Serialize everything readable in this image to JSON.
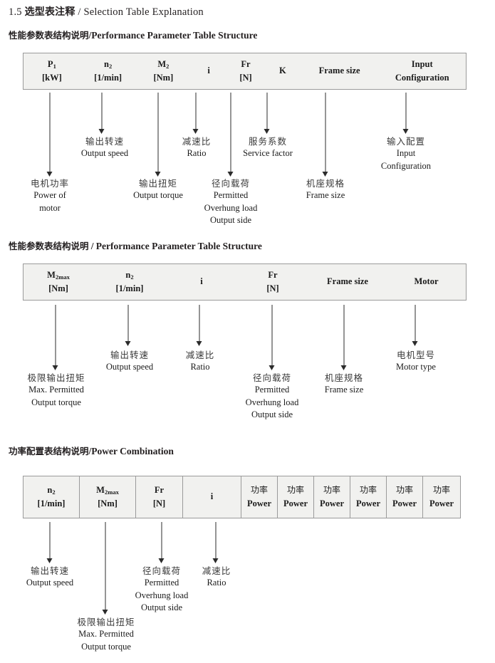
{
  "document": {
    "number": "1.5",
    "title_cn": "选型表注释",
    "separator": "/",
    "title_en": "Selection Table Explanation"
  },
  "sections": [
    {
      "id": "performance-parameter-table-1",
      "heading_cn": "性能参数表结构说明",
      "heading_sep": "/",
      "heading_en": "Performance Parameter Table Structure",
      "columns": [
        {
          "name": "p1",
          "line1": "P",
          "sub1": "1",
          "line2": "[kW]"
        },
        {
          "name": "n2",
          "line1": "n",
          "sub1": "2",
          "line2": "[1/min]"
        },
        {
          "name": "m2",
          "line1": "M",
          "sub1": "2",
          "line2": "[Nm]"
        },
        {
          "name": "i",
          "line1": "i",
          "sub1": "",
          "line2": ""
        },
        {
          "name": "fr",
          "line1": "Fr",
          "sub1": "",
          "line2": "[N]"
        },
        {
          "name": "k",
          "line1": "K",
          "sub1": "",
          "line2": ""
        },
        {
          "name": "frame-size",
          "line1": "Frame size",
          "sub1": "",
          "line2": ""
        },
        {
          "name": "input-config",
          "line1": "Input",
          "sub1": "",
          "line2": "Configuration"
        }
      ],
      "annotations": [
        {
          "name": "power-of-motor",
          "cn": "电机功率",
          "en": [
            "Power of",
            "motor"
          ]
        },
        {
          "name": "output-speed",
          "cn": "输出转速",
          "en": [
            "Output speed"
          ]
        },
        {
          "name": "output-torque",
          "cn": "输出扭矩",
          "en": [
            "Output torque"
          ]
        },
        {
          "name": "ratio",
          "cn": "减速比",
          "en": [
            "Ratio"
          ]
        },
        {
          "name": "permitted-overhung-load",
          "cn": "径向载荷",
          "en": [
            "Permitted",
            "Overhung load",
            "Output side"
          ]
        },
        {
          "name": "service-factor",
          "cn": "服务系数",
          "en": [
            "Service factor"
          ]
        },
        {
          "name": "frame-size",
          "cn": "机座规格",
          "en": [
            "Frame size"
          ]
        },
        {
          "name": "input-configuration",
          "cn": "输入配置",
          "en": [
            "Input",
            "Configuration"
          ]
        }
      ]
    },
    {
      "id": "performance-parameter-table-2",
      "heading_cn": "性能参数表结构说明",
      "heading_sep": "/",
      "heading_en": "Performance Parameter Table Structure",
      "columns": [
        {
          "name": "m2max",
          "line1": "M",
          "sub1": "2max",
          "line2": "[Nm]"
        },
        {
          "name": "n2",
          "line1": "n",
          "sub1": "2",
          "line2": "[1/min]"
        },
        {
          "name": "i",
          "line1": "i",
          "sub1": "",
          "line2": ""
        },
        {
          "name": "fr",
          "line1": "Fr",
          "sub1": "",
          "line2": "[N]"
        },
        {
          "name": "frame-size",
          "line1": "Frame size",
          "sub1": "",
          "line2": ""
        },
        {
          "name": "motor",
          "line1": "Motor",
          "sub1": "",
          "line2": ""
        }
      ],
      "annotations": [
        {
          "name": "max-permitted-output-torque",
          "cn": "极限输出扭矩",
          "en": [
            "Max. Permitted",
            "Output  torque"
          ]
        },
        {
          "name": "output-speed",
          "cn": "输出转速",
          "en": [
            "Output speed"
          ]
        },
        {
          "name": "ratio",
          "cn": "减速比",
          "en": [
            "Ratio"
          ]
        },
        {
          "name": "permitted-overhung-load",
          "cn": "径向载荷",
          "en": [
            "Permitted",
            "Overhung load",
            "Output side"
          ]
        },
        {
          "name": "frame-size",
          "cn": "机座规格",
          "en": [
            "Frame size"
          ]
        },
        {
          "name": "motor-type",
          "cn": "电机型号",
          "en": [
            "Motor type"
          ]
        }
      ]
    },
    {
      "id": "power-combination-table",
      "heading_cn": "功率配置表结构说明",
      "heading_sep": "/",
      "heading_en": "Power Combination",
      "columns": [
        {
          "name": "n2",
          "line1": "n",
          "sub1": "2",
          "line2": "[1/min]"
        },
        {
          "name": "m2max",
          "line1": "M",
          "sub1": "2max",
          "line2": "[Nm]"
        },
        {
          "name": "fr",
          "line1": "Fr",
          "sub1": "",
          "line2": "[N]"
        },
        {
          "name": "i",
          "line1": "i",
          "sub1": "",
          "line2": ""
        },
        {
          "name": "power-1",
          "cn1": "功率",
          "line2": "Power"
        },
        {
          "name": "power-2",
          "cn1": "功率",
          "line2": "Power"
        },
        {
          "name": "power-3",
          "cn1": "功率",
          "line2": "Power"
        },
        {
          "name": "power-4",
          "cn1": "功率",
          "line2": "Power"
        },
        {
          "name": "power-5",
          "cn1": "功率",
          "line2": "Power"
        },
        {
          "name": "power-6",
          "cn1": "功率",
          "line2": "Power"
        }
      ],
      "annotations": [
        {
          "name": "output-speed",
          "cn": "输出转速",
          "en": [
            "Output speed"
          ]
        },
        {
          "name": "max-permitted-output-torque",
          "cn": "极限输出扭矩",
          "en": [
            "Max. Permitted",
            "Output  torque"
          ]
        },
        {
          "name": "permitted-overhung-load",
          "cn": "径向载荷",
          "en": [
            "Permitted",
            "Overhung load",
            "Output side"
          ]
        },
        {
          "name": "ratio",
          "cn": "减速比",
          "en": [
            "Ratio"
          ]
        }
      ]
    }
  ],
  "colors": {
    "table_fill": "#f1f1ef",
    "table_border": "#9a9a9a",
    "arrow": "#2b2b2b",
    "text": "#231f20"
  }
}
